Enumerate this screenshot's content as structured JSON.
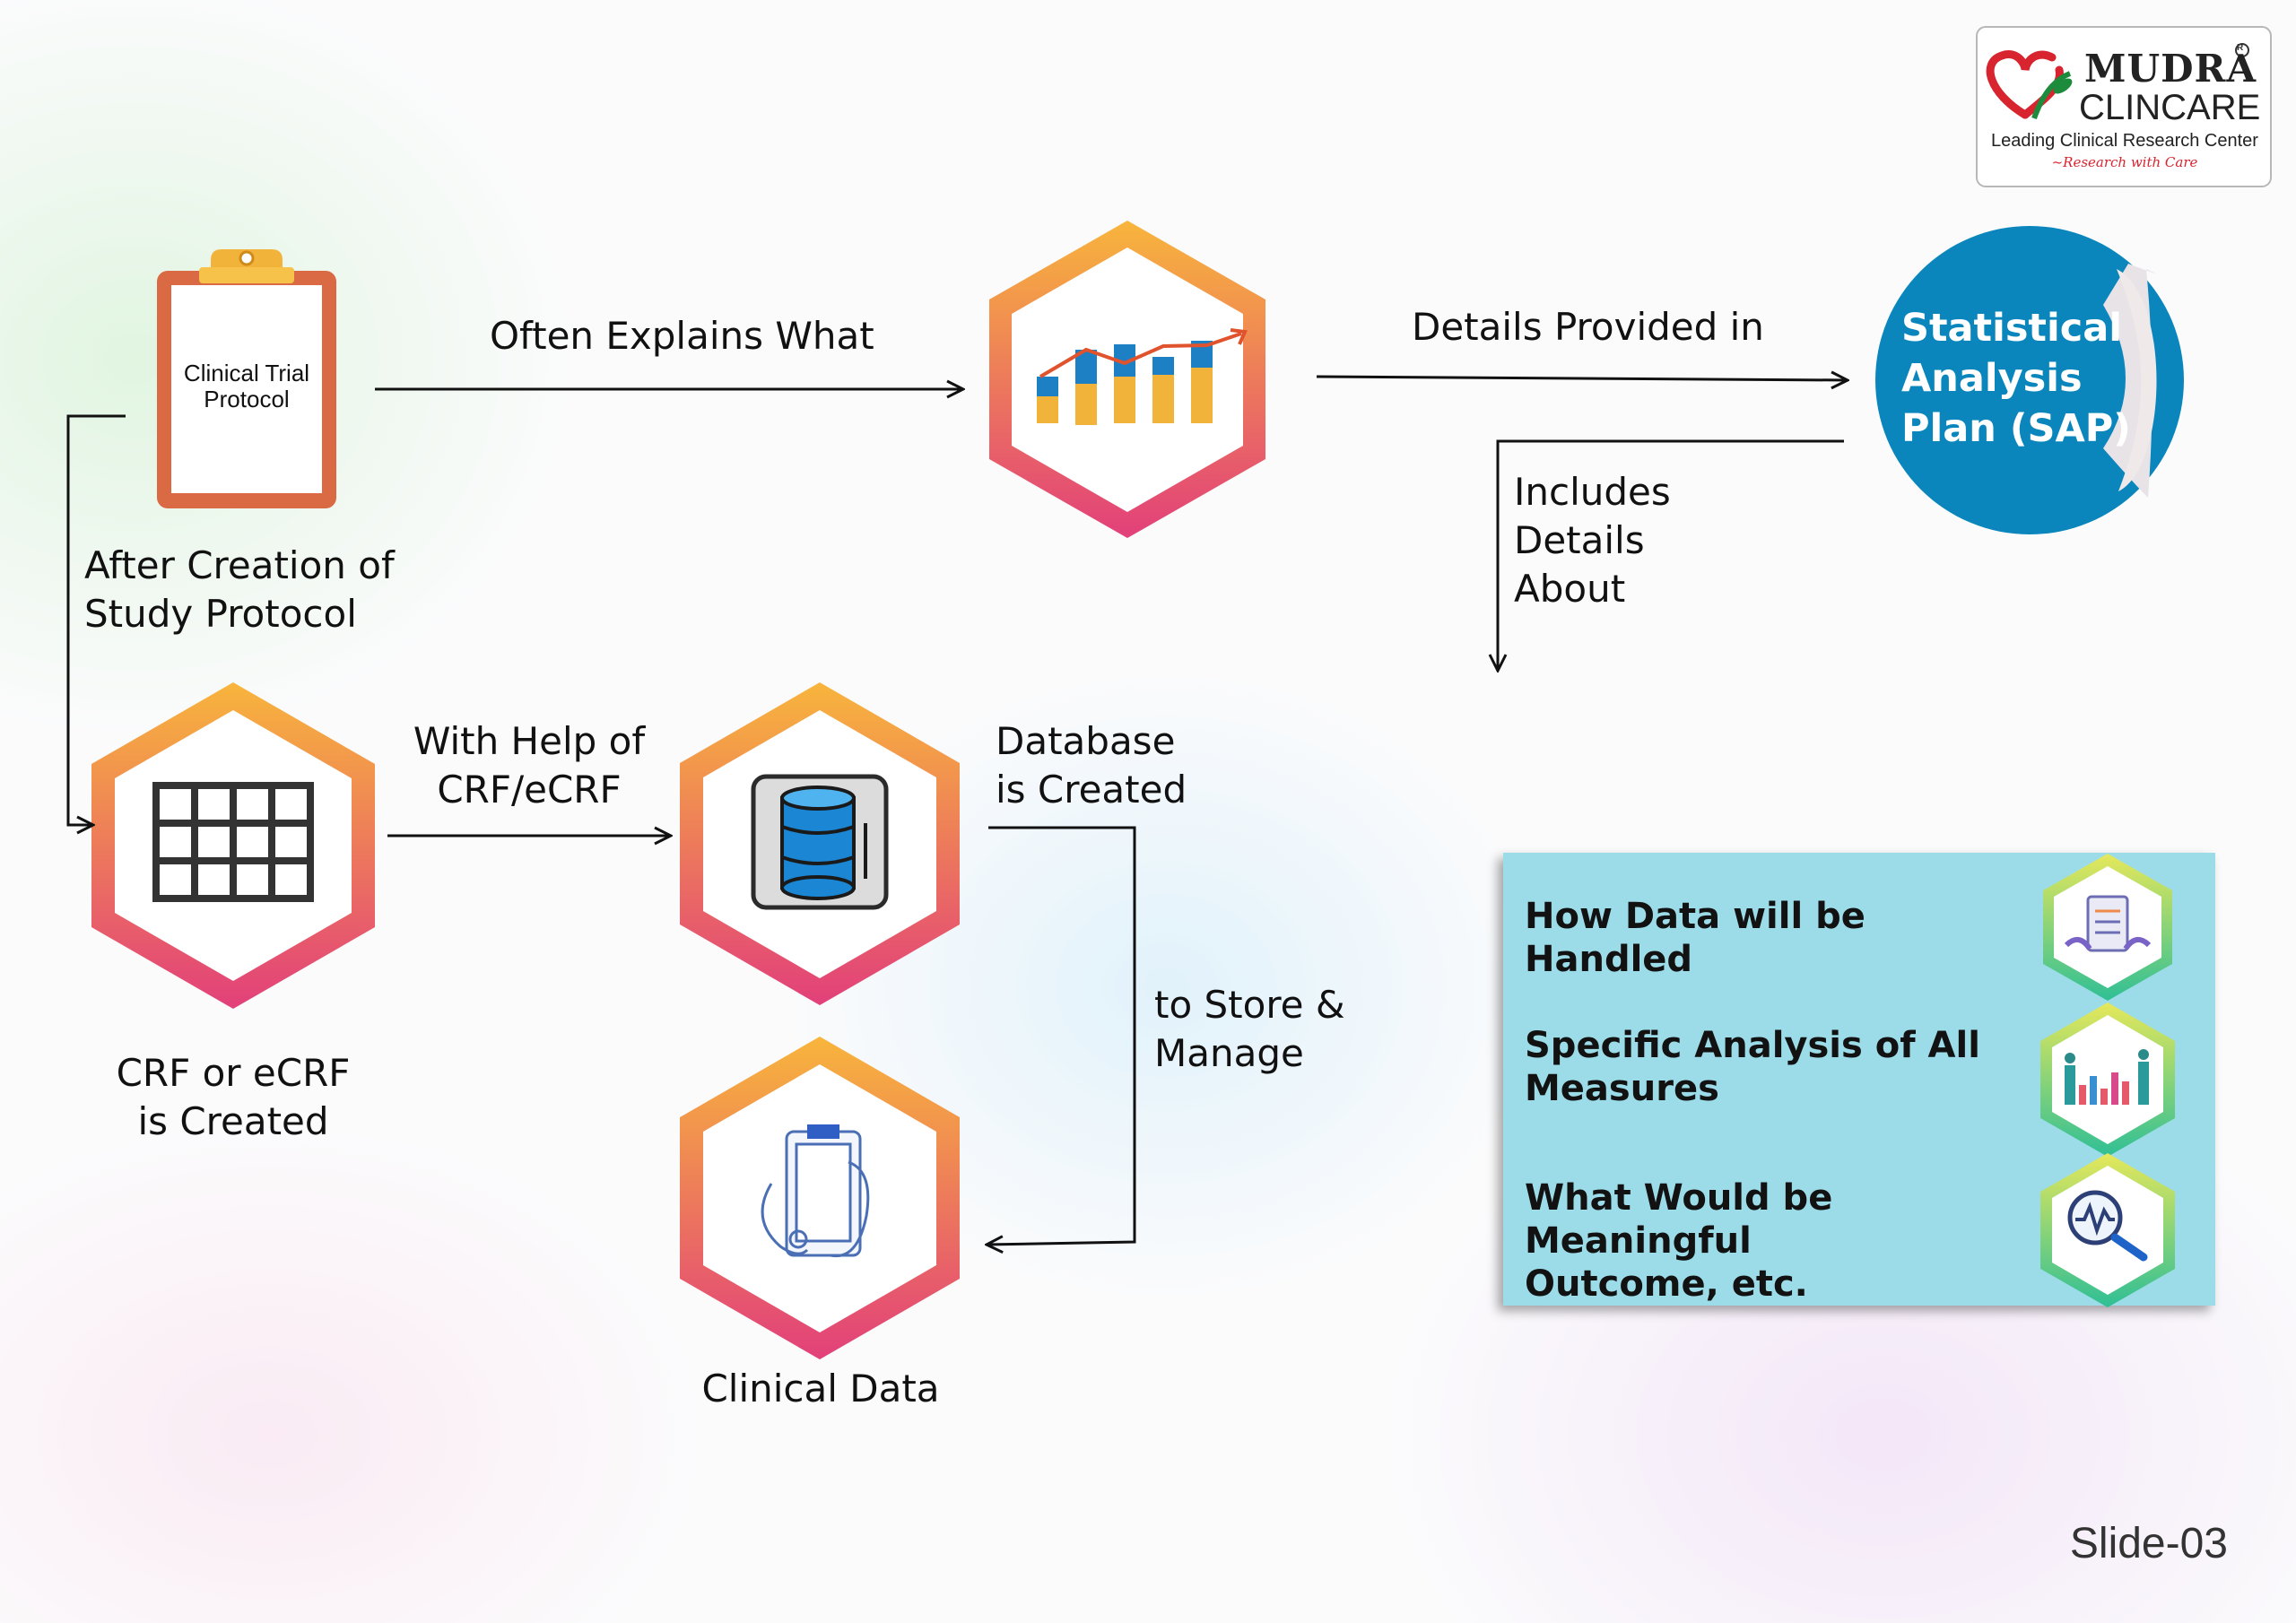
{
  "logo": {
    "brand_line1": "MUDRA",
    "brand_line2": "CLINCARE",
    "tagline": "Leading Clinical Research Center",
    "motto": "~Research with Care",
    "reg_mark": "R"
  },
  "nodes": {
    "protocol": "Clinical Trial\nProtocol",
    "sap": "Statistical\nAnalysis\nPlan (SAP)",
    "crf": "CRF or eCRF\nis Created",
    "clinical_data": "Clinical Data"
  },
  "edges": {
    "often_explains": "Often Explains What",
    "details_provided": "Details Provided in",
    "includes_details": "Includes\nDetails\nAbout",
    "after_creation": "After Creation of\nStudy Protocol",
    "with_help": "With Help of\nCRF/eCRF",
    "database_created": "Database\nis Created",
    "store_manage": "to Store &\nManage"
  },
  "details_panel": {
    "items": [
      {
        "text": "How Data will be Handled",
        "icon": "clipboard-hands-icon"
      },
      {
        "text": "Specific Analysis of All\nMeasures",
        "icon": "people-bar-chart-icon"
      },
      {
        "text": "What Would be Meaningful\nOutcome, etc.",
        "icon": "magnifier-pulse-icon"
      }
    ]
  },
  "slide_number": "Slide-03",
  "colors": {
    "hex_gradient_top": "#f8b53c",
    "hex_gradient_bottom": "#e2407a",
    "sap_circle": "#0a86bd",
    "panel_bg": "#9cdce8",
    "bar_blue": "#1d7fc4",
    "bar_orange": "#f2b33a"
  }
}
